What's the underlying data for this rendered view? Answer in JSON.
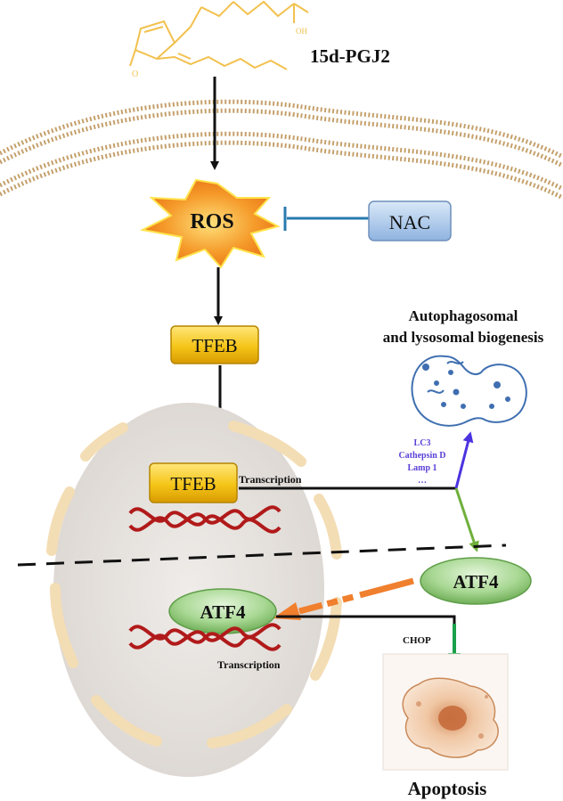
{
  "molecule": {
    "label": "15d-PGJ2",
    "oh_label": "OH",
    "o_label": "O"
  },
  "ros": {
    "label": "ROS"
  },
  "nac": {
    "label": "NAC"
  },
  "tfeb_cytoplasm": {
    "label": "TFEB"
  },
  "tfeb_nucleus": {
    "label": "TFEB"
  },
  "transcription_top": {
    "label": "Transcription"
  },
  "transcription_bottom": {
    "label": "Transcription"
  },
  "autophagy": {
    "title_line1": "Autophagosomal",
    "title_line2": "and lysosomal biogenesis"
  },
  "targets": {
    "items": [
      "LC3",
      "Cathepsin D",
      "Lamp 1",
      "…"
    ]
  },
  "atf4_cytoplasm": {
    "label": "ATF4"
  },
  "atf4_nucleus": {
    "label": "ATF4"
  },
  "chop": {
    "label": "CHOP"
  },
  "apoptosis": {
    "label": "Apoptosis"
  },
  "colors": {
    "molecule": "#f2c14e",
    "ros_fill": "#f39c2c",
    "nac_fill": "#a9c6ea",
    "inhibit_line": "#2a7ab0",
    "tfeb_fill": "#f5c518",
    "atf4_fill": "#9fd08a",
    "target_text": "#5b3fd6",
    "arrow_purple": "#4b33e0",
    "arrow_green": "#6fb03c",
    "arrow_orange": "#f07f2e",
    "arrow_chop": "#1aa04a",
    "nucleus": "#e7e3df",
    "dna": "#b11a1a"
  }
}
